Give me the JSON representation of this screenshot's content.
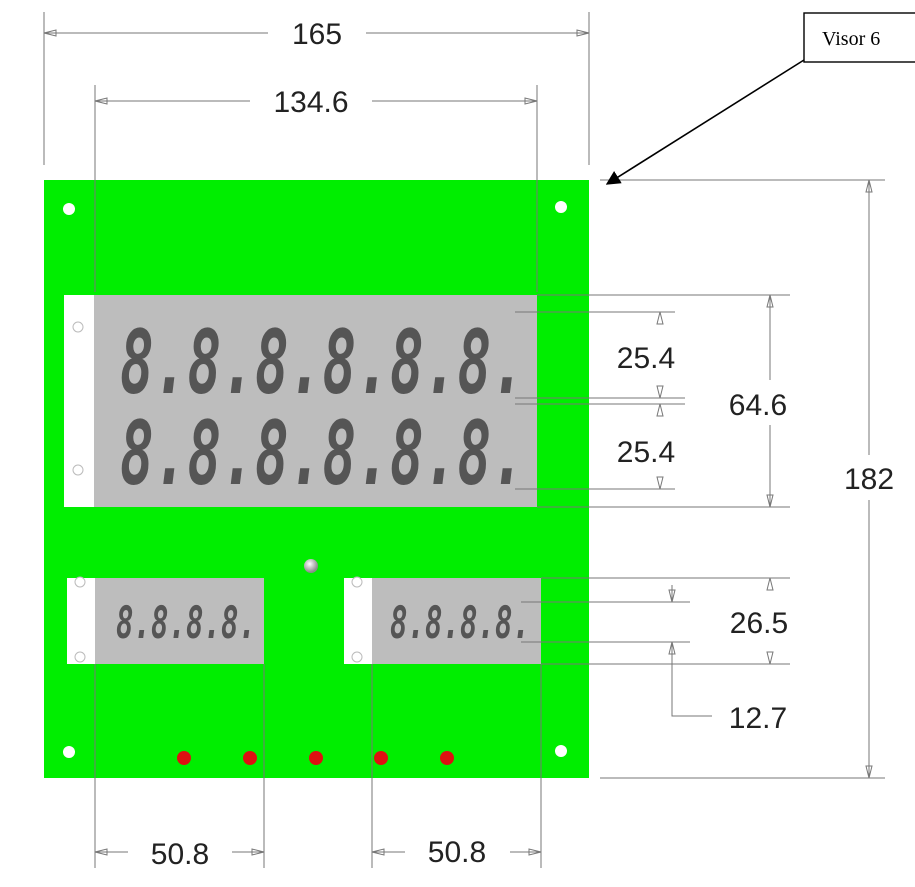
{
  "dimensions": {
    "overall_width": "165",
    "inner_width": "134.6",
    "overall_height": "182",
    "display_block_height": "64.6",
    "upper_row_height": "25.4",
    "lower_row_height": "25.4",
    "small_display_height": "26.5",
    "small_digit_height": "12.7",
    "small_display_left_width": "50.8",
    "small_display_right_width": "50.8"
  },
  "callout": {
    "label": "Visor 6"
  },
  "displays": {
    "large_row_1": "8.8.8.8.8.8.",
    "large_row_2": "8.8.8.8.8.8.",
    "small_left": "8.8.8.8.",
    "small_right": "8.8.8.8."
  },
  "colors": {
    "board": "#00ee00",
    "display_window": "#bdbdbd",
    "segment": "#555555",
    "led": "#dd1111",
    "hole": "#ffffff"
  },
  "led_count": 5
}
